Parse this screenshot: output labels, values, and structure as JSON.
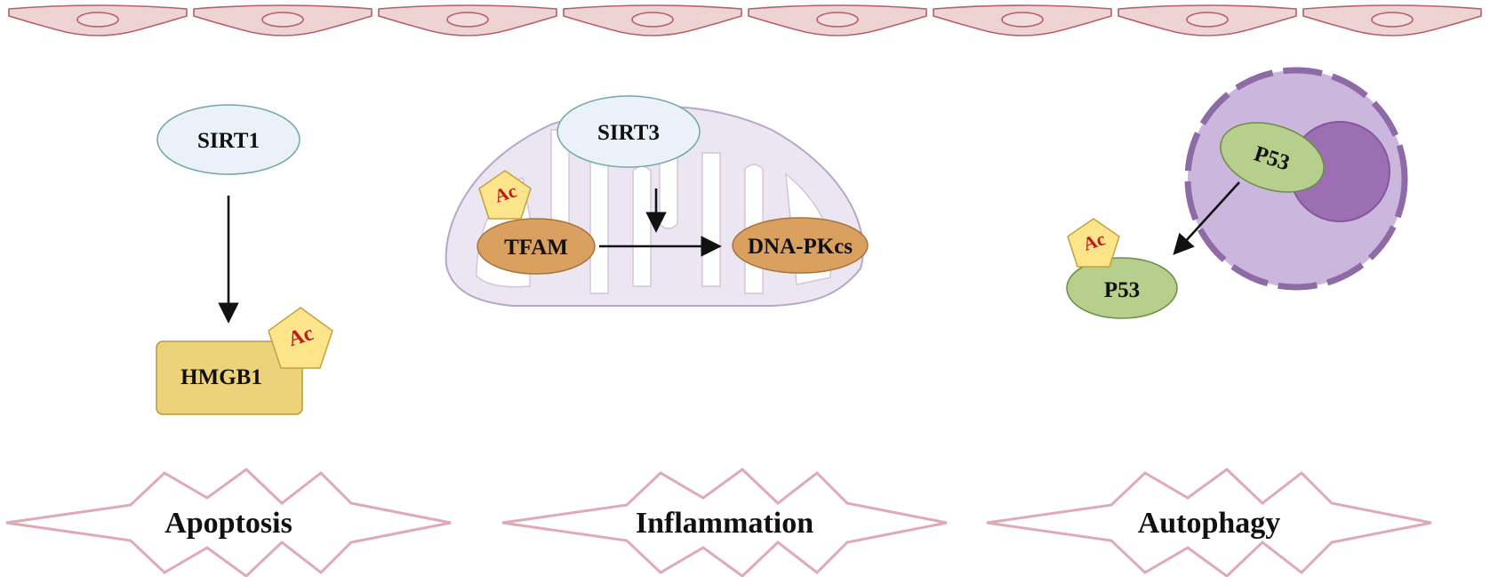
{
  "diagram": {
    "acetyl_label": "Ac",
    "panels": [
      {
        "enzyme": "SIRT1",
        "target": "HMGB1",
        "outcome": "Apoptosis"
      },
      {
        "enzyme": "SIRT3",
        "substrate": "TFAM",
        "target": "DNA-PKcs",
        "outcome": "Inflammation"
      },
      {
        "enzyme": "P53",
        "target": "P53",
        "outcome": "Autophagy"
      }
    ],
    "colors": {
      "endothelium": "#eed3d3",
      "endothelium_stroke": "#b85f68",
      "nucleus_cell": "#fadcdc",
      "enzyme_fill": "#eaf1f8",
      "enzyme_stroke": "#6fa8a4",
      "hmgb1_fill": "#ecd27a",
      "hmgb1_stroke": "#b89a3c",
      "acetyl_fill": "#fbe48a",
      "acetyl_stroke": "#c4a13f",
      "acetyl_text": "#c0191e",
      "mito_fill": "#ebe6f1",
      "mito_stroke": "#b6a7c6",
      "protein_orange": "#d9a05f",
      "protein_orange_stroke": "#a8733a",
      "cell_purple": "#cbb6dd",
      "cell_purple_stroke": "#8e6aa6",
      "nucleus_purple": "#9c6fb2",
      "p53_fill": "#b6cf8c",
      "p53_stroke": "#6d8b4a",
      "star_stroke": "#e0a9b6"
    }
  }
}
